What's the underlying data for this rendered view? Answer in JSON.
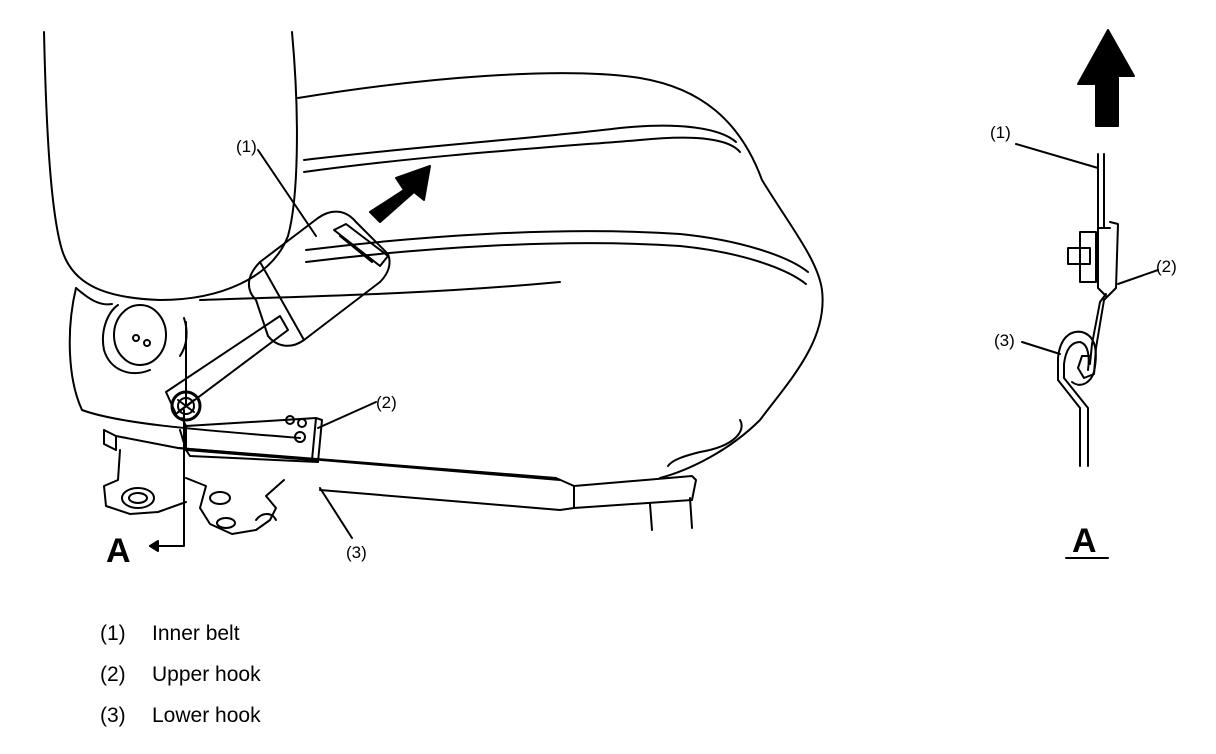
{
  "figure": {
    "main_view": {
      "callouts": [
        "(1)",
        "(2)",
        "(3)"
      ],
      "section_marker": "A"
    },
    "detail_view": {
      "callouts": [
        "(1)",
        "(2)",
        "(3)"
      ],
      "section_label": "A"
    }
  },
  "legend": [
    {
      "num": "(1)",
      "label": "Inner belt"
    },
    {
      "num": "(2)",
      "label": "Upper hook"
    },
    {
      "num": "(3)",
      "label": "Lower hook"
    }
  ]
}
